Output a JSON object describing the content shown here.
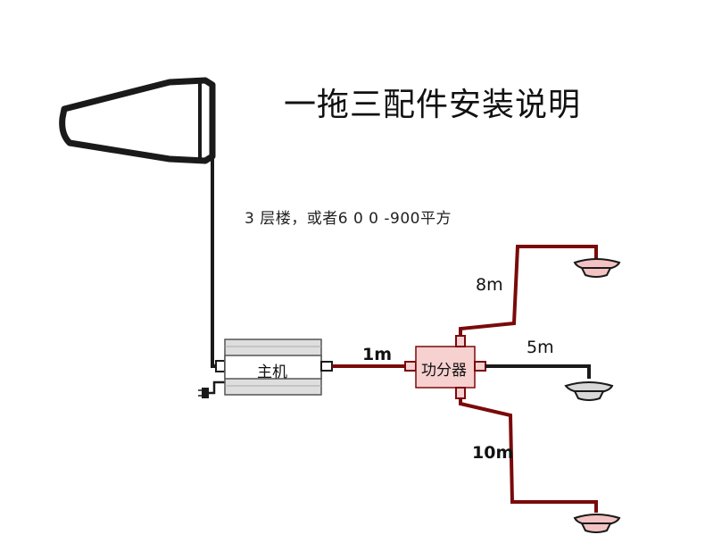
{
  "title": "一拖三配件安装说明",
  "coverage": "3 层楼，或者6 0 0 -900平方",
  "host_label": "主机",
  "splitter_label": "功分器",
  "cables": {
    "host_to_splitter": "1m",
    "to_antenna_top": "8m",
    "to_antenna_middle": "5m",
    "to_antenna_bottom": "10m"
  },
  "colors": {
    "cable_red": "#7a0a0a",
    "cable_black": "#1a1a1a",
    "splitter_fill": "#f7d0d0",
    "antenna_pink": "#f3c3c3",
    "antenna_grey": "#d8d8d8",
    "host_body": "#dedede"
  }
}
